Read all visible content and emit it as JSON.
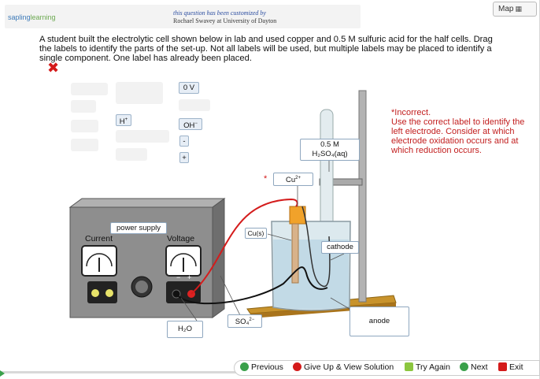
{
  "header": {
    "logo_sapling": "sapling",
    "logo_learning": "learning",
    "custom_line1": "this question has been customized by",
    "custom_line2": "Rochael Swavey at University of Dayton"
  },
  "map_button": {
    "label": "Map"
  },
  "question": {
    "text": "A student built the electrolytic cell shown below in lab and used copper and 0.5 M sulfuric acid for the half cells. Drag the labels to identify the parts of the set-up. Not all labels will be used, but multiple labels may be placed to identify a single component. One label has already been placed."
  },
  "status": {
    "mark": "✖"
  },
  "labels_bank": {
    "zero_v": "0 V",
    "h_plus": "H+",
    "h_base": "H",
    "h_sup": "+",
    "oh_minus_base": "OH",
    "oh_minus_sup": "−",
    "minus": "-",
    "plus": "+"
  },
  "placed_labels": {
    "sulfuric_line1": "0.5 M",
    "sulfuric_line2": "H₂SO₄(aq)",
    "cu2_base": "Cu",
    "cu2_sup": "2+",
    "cus": "Cu(s)",
    "power_supply": "power supply",
    "cathode": "cathode",
    "anode": "anode",
    "h2o": "H₂O",
    "so4_base": "SO₄",
    "so4_sup": "2−",
    "asterisk": "*"
  },
  "apparatus": {
    "current": "Current",
    "voltage": "Voltage",
    "minus_sign": "−",
    "plus_sign": "+"
  },
  "feedback": {
    "title": "*Incorrect.",
    "body": "Use the correct label to identify the left electrode. Consider at which electrode oxidation occurs and at which reduction occurs."
  },
  "footer": {
    "previous": "Previous",
    "give_up": "Give Up & View Solution",
    "try_again": "Try Again",
    "next": "Next",
    "exit": "Exit"
  },
  "colors": {
    "incorrect": "#c21e1e",
    "footer_green": "#3aa04a",
    "accent_blue": "#2b4da0"
  }
}
